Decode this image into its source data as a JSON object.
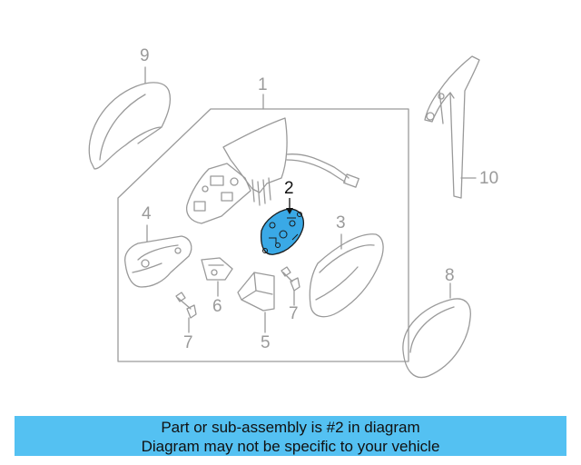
{
  "diagram": {
    "highlighted_part": "2",
    "highlight_color": "#3aa9e6",
    "line_color": "#9a9a9a",
    "callouts": {
      "c1": "1",
      "c2": "2",
      "c3": "3",
      "c4": "4",
      "c5": "5",
      "c6": "6",
      "c7a": "7",
      "c7b": "7",
      "c8": "8",
      "c9": "9",
      "c10": "10"
    }
  },
  "banner": {
    "line1": "Part or sub-assembly is #2 in diagram",
    "line2": "Diagram may not be specific to your vehicle",
    "background": "#54c1f2"
  }
}
